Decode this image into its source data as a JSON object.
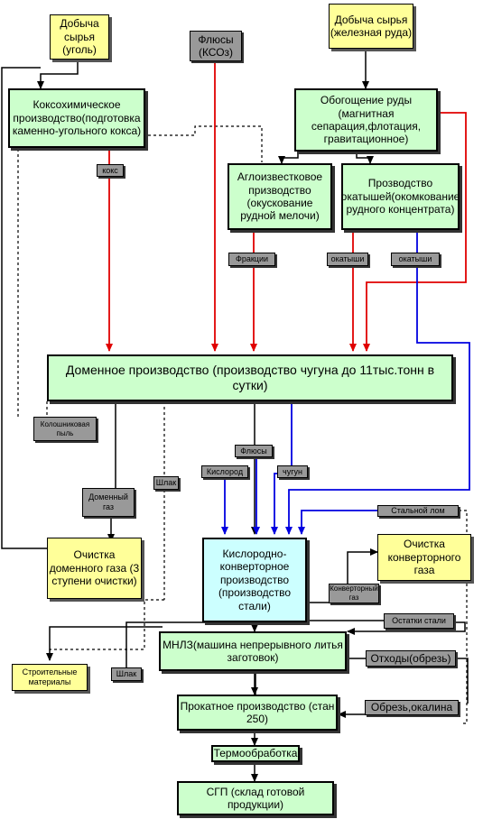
{
  "nodes": {
    "coal_mining": "Добыча сырья (уголь)",
    "ore_mining": "Добыча сырья (железная руда)",
    "fluxes_kso": "Флюсы (КСОз)",
    "coke_chem": "Коксохимическое производство(подготовка каменно-угольного кокса)",
    "ore_enrich": "Обогощение руды (магнитная сепарация,флотация, гравитационное)",
    "sinter": "Аглоизвестковое призводство (окускование рудной мелочи)",
    "pellet": "Прозводство окатышей(окомкование рудного концентрата)",
    "blast_furnace": "Доменное производство (производство чугуна до 11тыс.тонн в сутки)",
    "gas_clean": "Очистка доменного газа (3 ступени очистки)",
    "converter": "Кислородно-конверторное производство (производство стали)",
    "conv_gas_clean": "Очистка конверторного газа",
    "mnlz": "МНЛЗ(машина непрерывного литья заготовок)",
    "rolling": "Прокатное производство (стан 250)",
    "heat_treat": "Термообработка",
    "sgp": "СГП (склад готовой продукции)",
    "building_mat": "Строительные материалы"
  },
  "labels": {
    "koks": "кокс",
    "fractions": "Фракции",
    "pellets_1": "окатыши",
    "pellets_2": "окатыши",
    "top_dust": "Колошниковая пыль",
    "bf_gas": "Доменный газ",
    "slag_1": "Шлак",
    "fluxes": "Флюсы",
    "oxygen": "Кислород",
    "pig_iron": "чугун",
    "steel_scrap": "Стальной лом",
    "conv_gas": "Конверторный газ",
    "steel_rest": "Остатки стали",
    "waste": "Отходы(обрезь)",
    "slag_2": "Шлак",
    "trim_scale": "Обрезь,окалина"
  },
  "colors": {
    "red": "#e00000",
    "blue": "#0000e0",
    "black": "#000000",
    "yellow_fill": "#ffff99",
    "green_fill": "#ccffcc",
    "cyan_fill": "#ccffff",
    "gray_fill": "#999999"
  }
}
